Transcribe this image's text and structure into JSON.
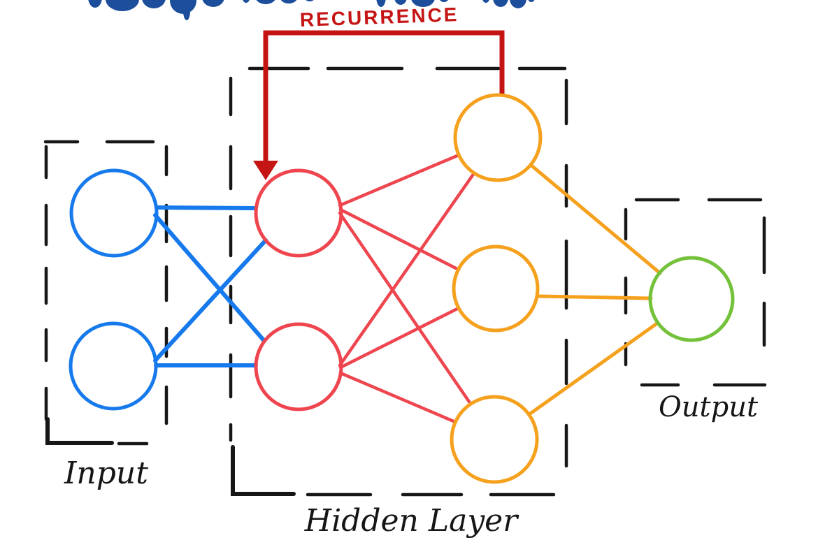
{
  "diagram": {
    "recurrence_label": "RECURRENCE",
    "input_label": "Input",
    "hidden_label": "Hidden Layer",
    "output_label": "Output"
  },
  "colors": {
    "background": "#ffffff",
    "title": "#1c4e9c",
    "recurrence": "#c51414",
    "input-node": "#1679ec",
    "hidden-red-node": "#ee454f",
    "hidden-orange-node": "#f5a11d",
    "output-node": "#74c13a",
    "ink": "#161616"
  },
  "network": {
    "type": "recurrent-neural-network",
    "layers": [
      {
        "label": "Input",
        "node_count": 2,
        "node_color": "#1679ec"
      },
      {
        "label": "Hidden Layer",
        "node_count": 5,
        "node_colors": [
          "#ee454f",
          "#ee454f",
          "#f5a11d",
          "#f5a11d",
          "#f5a11d"
        ]
      },
      {
        "label": "Output",
        "node_count": 1,
        "node_color": "#74c13a"
      }
    ],
    "recurrence": "feedback arrow from top hidden (orange) node back to first hidden (red) node"
  }
}
